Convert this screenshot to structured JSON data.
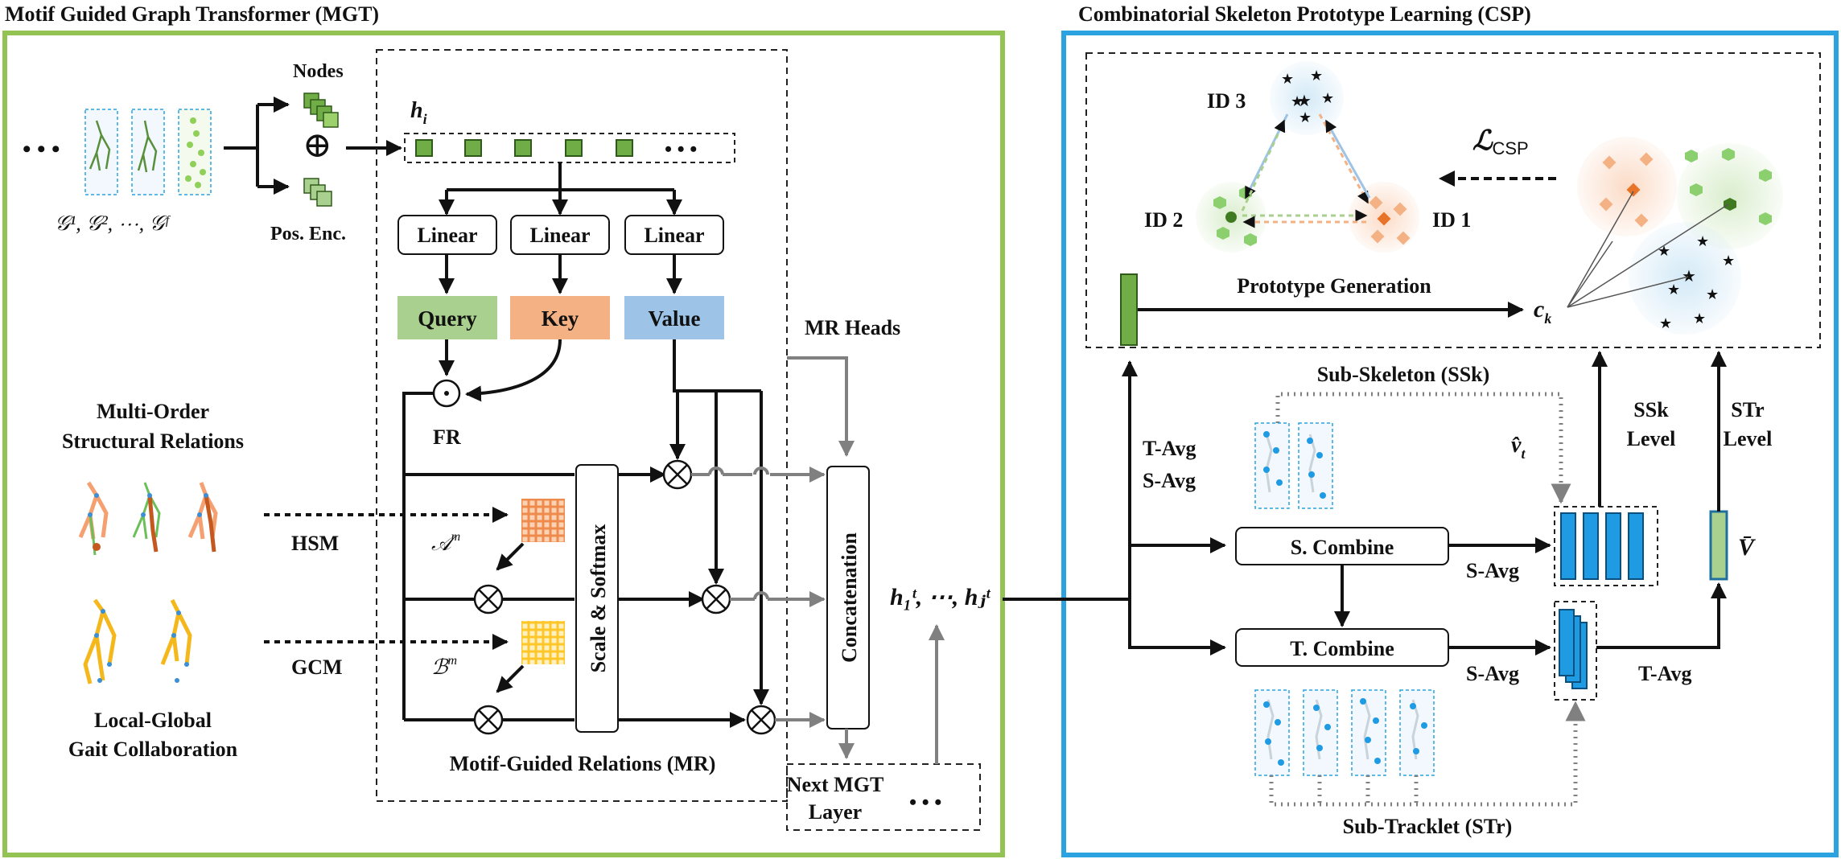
{
  "colors": {
    "mgt_border": "#92c353",
    "csp_border": "#2aa3e0",
    "query_fill": "#a9d08e",
    "key_fill": "#f4b183",
    "value_fill": "#9dc3e6",
    "node_green": "#70ad47",
    "ssk_blue": "#1f9be3",
    "grey_arrow": "#808080",
    "orange_matrix": "#ee8a4b",
    "yellow_matrix": "#ffc629"
  },
  "mgt": {
    "title": "Motif Guided Graph Transformer (MGT)",
    "input_ellipsis": "• • •",
    "graph_sequence": "𝒢¹, 𝒢², ⋯, 𝒢ᶠ",
    "nodes_label": "Nodes",
    "oplus": "⊕",
    "pos_enc_label": "Pos. Enc.",
    "h_i": "h",
    "h_i_sub": "i",
    "token_ellipsis": "• • •",
    "linear_labels": [
      "Linear",
      "Linear",
      "Linear"
    ],
    "query_label": "Query",
    "key_label": "Key",
    "value_label": "Value",
    "odot": "⊙",
    "fr_label": "FR",
    "multi_order_line1": "Multi-Order",
    "multi_order_line2": "Structural Relations",
    "hsm_label": "HSM",
    "gcm_label": "GCM",
    "a_m": "𝒜",
    "b_m": "ℬ",
    "m_sup": "m",
    "local_global_line1": "Local-Global",
    "local_global_line2": "Gait Collaboration",
    "scale_softmax": "Scale & Softmax",
    "otimes": "⊗",
    "mr_heads": "MR Heads",
    "concatenation": "Concatenation",
    "motif_guided_relations": "Motif-Guided Relations (MR)",
    "next_mgt_line1": "Next MGT",
    "next_mgt_line2": "Layer",
    "next_ellipsis": "• • •",
    "h_output": "h₁ᵗ, ⋯, hⱼᵗ"
  },
  "csp": {
    "title": "Combinatorial Skeleton Prototype Learning (CSP)",
    "id1": "ID 1",
    "id2": "ID 2",
    "id3": "ID 3",
    "loss": "ℒ",
    "loss_sub": "CSP",
    "prototype_generation": "Prototype Generation",
    "c_k": "c",
    "c_k_sub": "k",
    "sub_skeleton": "Sub-Skeleton (SSk)",
    "t_avg_s_avg_line1": "T-Avg",
    "t_avg_s_avg_line2": "S-Avg",
    "v_t": "v̂",
    "v_t_sub": "t",
    "ssk_level_line1": "SSk",
    "ssk_level_line2": "Level",
    "str_level_line1": "STr",
    "str_level_line2": "Level",
    "s_combine": "S. Combine",
    "t_combine": "T. Combine",
    "s_avg_1": "S-Avg",
    "s_avg_2": "S-Avg",
    "t_avg": "T-Avg",
    "v_bar": "V̄",
    "sub_tracklet": "Sub-Tracklet (STr)"
  }
}
